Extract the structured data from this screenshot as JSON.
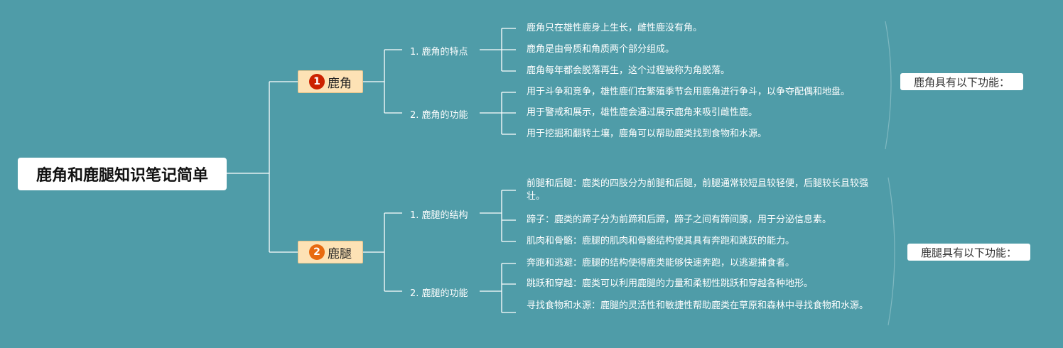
{
  "root": {
    "title": "鹿角和鹿腿知识笔记简单"
  },
  "topics": [
    {
      "num": "1",
      "label": "鹿角",
      "badge_color": "#cc2200"
    },
    {
      "num": "2",
      "label": "鹿腿",
      "badge_color": "#e86a10"
    }
  ],
  "subtopics": [
    {
      "label": "1. 鹿角的特点"
    },
    {
      "label": "2. 鹿角的功能"
    },
    {
      "label": "1. 鹿腿的结构"
    },
    {
      "label": "2. 鹿腿的功能"
    }
  ],
  "leaves": [
    "鹿角只在雄性鹿身上生长，雌性鹿没有角。",
    "鹿角是由骨质和角质两个部分组成。",
    "鹿角每年都会脱落再生，这个过程被称为角脱落。",
    "用于斗争和竞争，雄性鹿们在繁殖季节会用鹿角进行争斗，以争夺配偶和地盘。",
    "用于警戒和展示，雄性鹿会通过展示鹿角来吸引雌性鹿。",
    "用于挖掘和翻转土壤，鹿角可以帮助鹿类找到食物和水源。",
    "前腿和后腿：鹿类的四肢分为前腿和后腿，前腿通常较短且较轻便，后腿较长且较强壮。",
    "蹄子：鹿类的蹄子分为前蹄和后蹄，蹄子之间有蹄间腺，用于分泌信息素。",
    "肌肉和骨骼：鹿腿的肌肉和骨骼结构使其具有奔跑和跳跃的能力。",
    "奔跑和逃避：鹿腿的结构使得鹿类能够快速奔跑，以逃避捕食者。",
    "跳跃和穿越：鹿类可以利用鹿腿的力量和柔韧性跳跃和穿越各种地形。",
    "寻找食物和水源：鹿腿的灵活性和敏捷性帮助鹿类在草原和森林中寻找食物和水源。"
  ],
  "summaries": [
    {
      "label": "鹿角具有以下功能："
    },
    {
      "label": "鹿腿具有以下功能："
    }
  ],
  "colors": {
    "background": "#4f9ca8",
    "line": "#ffffff",
    "topic_fill": "#fde2b5"
  }
}
